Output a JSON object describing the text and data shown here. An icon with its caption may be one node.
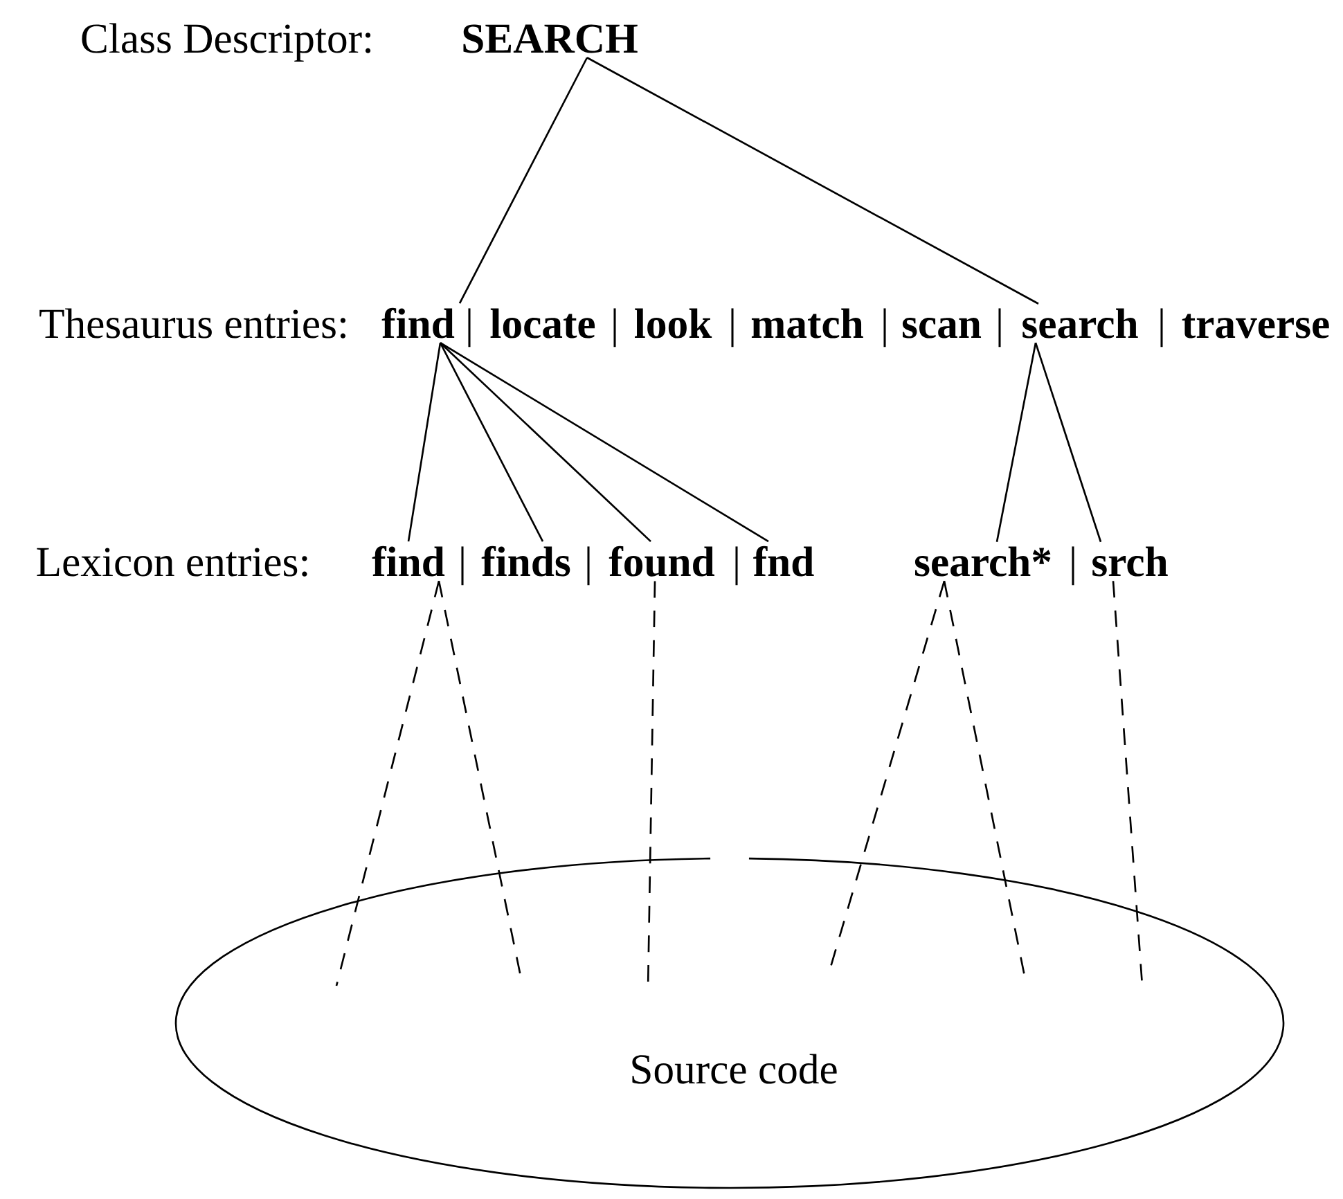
{
  "diagram": {
    "nodes": [
      {
        "text": [
          "SEARCH"
        ]
      },
      {
        "text": [
          "find"
        ]
      },
      {
        "text": [
          "locate"
        ]
      },
      {
        "text": [
          "look"
        ]
      },
      {
        "text": [
          "match"
        ]
      },
      {
        "text": [
          "scan"
        ]
      },
      {
        "text": [
          "search"
        ]
      },
      {
        "text": [
          "traverse"
        ]
      },
      {
        "text": [
          "find"
        ]
      },
      {
        "text": [
          "finds"
        ]
      },
      {
        "text": [
          "found"
        ]
      },
      {
        "text": [
          "fnd"
        ]
      },
      {
        "text": [
          "search*"
        ]
      },
      {
        "text": [
          "srch"
        ]
      },
      {
        "text": [
          "Source code"
        ]
      }
    ],
    "edges": [
      {
        "from": 0,
        "to": 1,
        "arrow": "none"
      },
      {
        "from": 0,
        "to": 6,
        "arrow": "none"
      },
      {
        "from": 1,
        "to": 8,
        "arrow": "none"
      },
      {
        "from": 1,
        "to": 9,
        "arrow": "none"
      },
      {
        "from": 1,
        "to": 10,
        "arrow": "none"
      },
      {
        "from": 1,
        "to": 11,
        "arrow": "none"
      },
      {
        "from": 6,
        "to": 12,
        "arrow": "none"
      },
      {
        "from": 6,
        "to": 13,
        "arrow": "none"
      },
      {
        "from": 8,
        "to": 14,
        "arrow": "none",
        "style": "dashed"
      },
      {
        "from": 8,
        "to": 14,
        "arrow": "none",
        "style": "dashed"
      },
      {
        "from": 10,
        "to": 14,
        "arrow": "none",
        "style": "dashed"
      },
      {
        "from": 12,
        "to": 14,
        "arrow": "none",
        "style": "dashed"
      },
      {
        "from": 12,
        "to": 14,
        "arrow": "none",
        "style": "dashed"
      },
      {
        "from": 13,
        "to": 14,
        "arrow": "none",
        "style": "dashed"
      }
    ],
    "labels": [
      "Class Descriptor:",
      "Thesaurus entries:",
      "|",
      "|",
      "|",
      "|",
      "|",
      "|",
      "Lexicon entries:",
      "|",
      "|",
      "|",
      "|"
    ]
  }
}
